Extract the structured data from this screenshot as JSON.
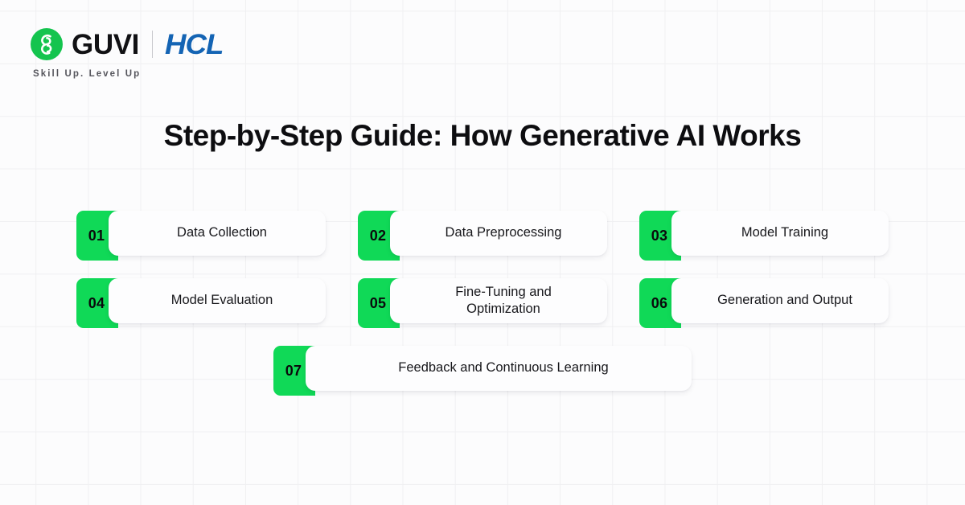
{
  "brand": {
    "logo_icon": "guvi-g-mark",
    "name": "GUVI",
    "partner": "HCL",
    "tagline": "Skill Up. Level Up",
    "accent_green": "#14c44e",
    "partner_blue": "#1464b4"
  },
  "header": {
    "title": "Step-by-Step Guide: How Generative AI Works"
  },
  "steps": {
    "badge_color": "#10d957",
    "rows": [
      [
        {
          "number": "01",
          "label": "Data Collection"
        },
        {
          "number": "02",
          "label": "Data Preprocessing"
        },
        {
          "number": "03",
          "label": "Model Training"
        }
      ],
      [
        {
          "number": "04",
          "label": "Model Evaluation"
        },
        {
          "number": "05",
          "label": "Fine-Tuning and\nOptimization"
        },
        {
          "number": "06",
          "label": "Generation and Output"
        }
      ],
      [
        {
          "number": "07",
          "label": "Feedback and Continuous Learning"
        }
      ]
    ]
  }
}
